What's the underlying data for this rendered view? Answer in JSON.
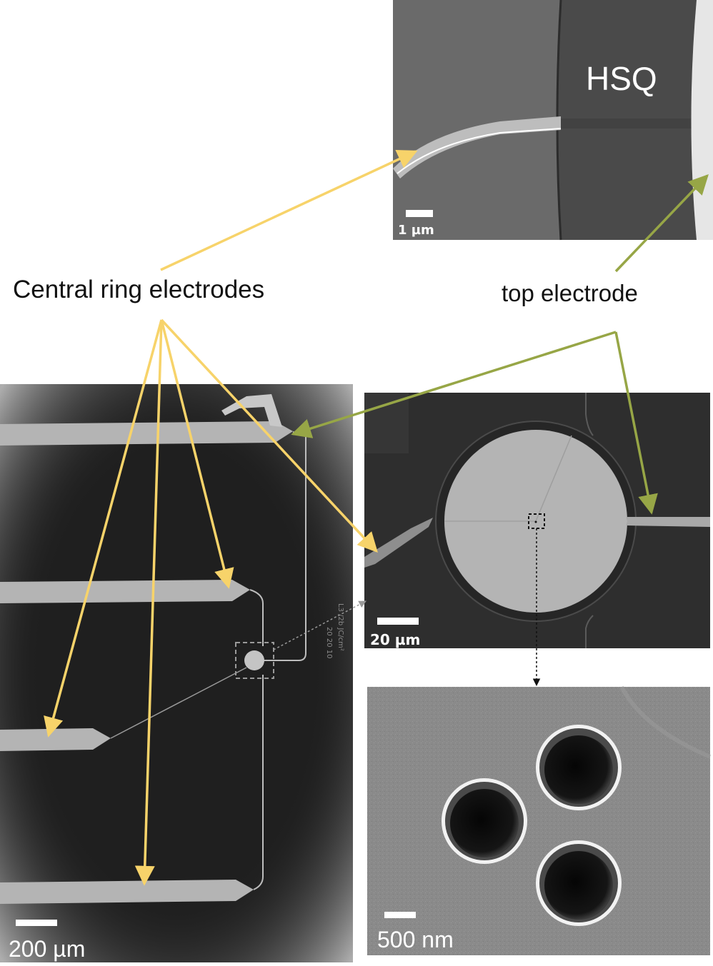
{
  "labels": {
    "central_ring": "Central ring electrodes",
    "top_electrode": "top electrode",
    "hsq": "HSQ"
  },
  "scalebars": {
    "panel_top": "1 µm",
    "panel_main": "200 µm",
    "panel_right": "20 µm",
    "panel_holes": "500 nm"
  },
  "die_text": {
    "line1": "L3 /2b JC/cm²",
    "line2": "20 20 10"
  },
  "colors": {
    "ring_arrow": "#f7d36a",
    "top_arrow": "#97a646",
    "sem_dark": "#2b2b2b",
    "sem_mid": "#6e6e6e",
    "electrode": "#b4b4b4"
  },
  "icons": [
    "arrow-head-icon"
  ]
}
